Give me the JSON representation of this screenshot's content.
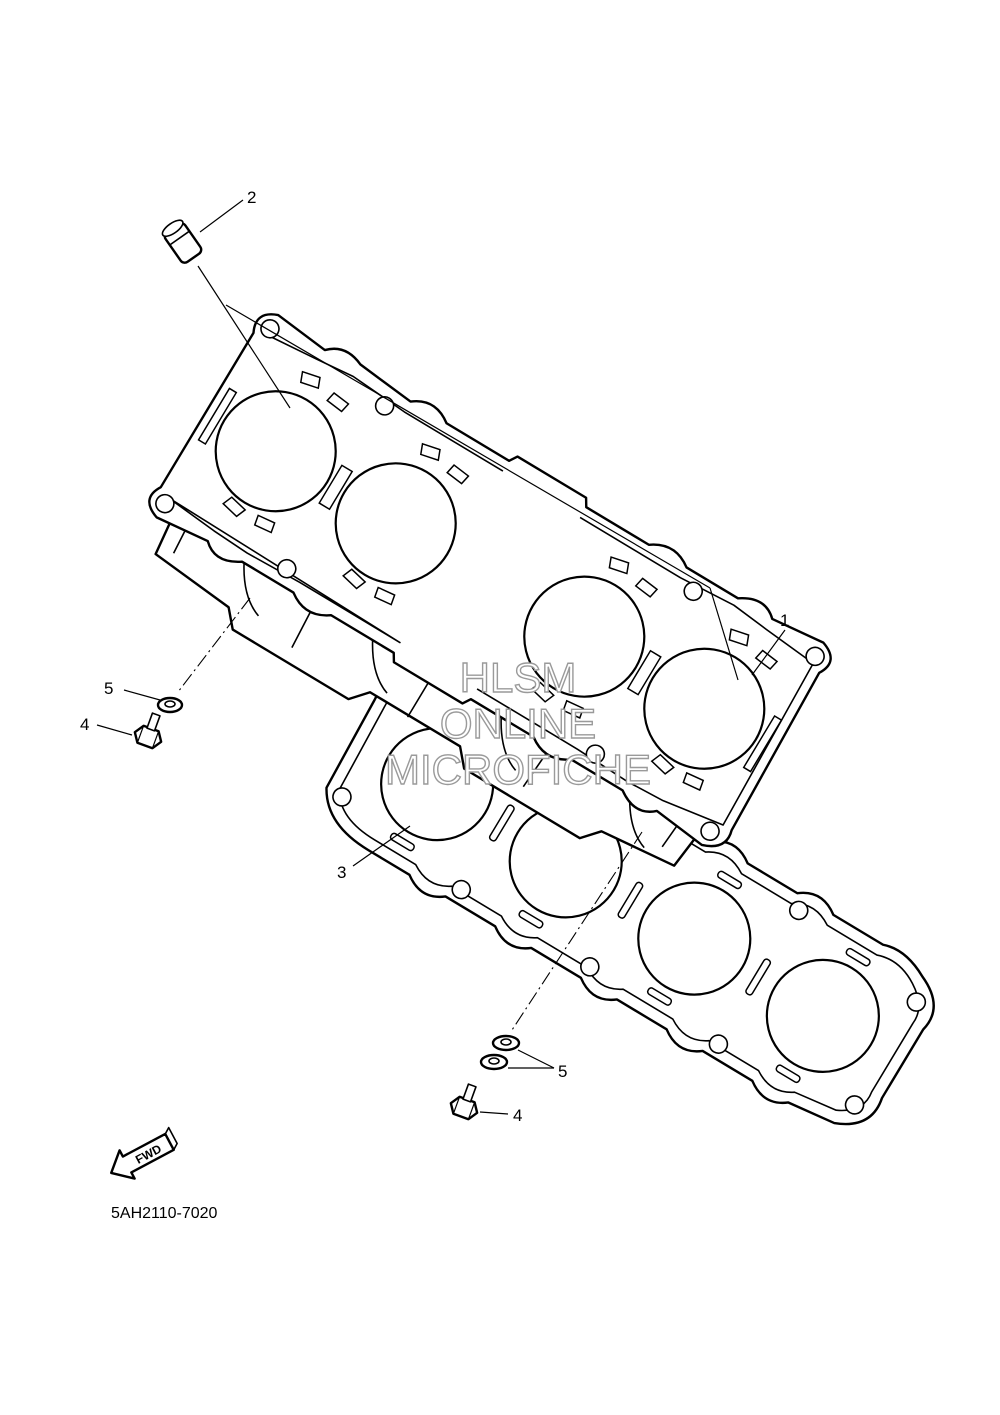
{
  "diagram": {
    "callouts": {
      "c1": "1",
      "c2": "2",
      "c3": "3",
      "c4a": "4",
      "c4b": "4",
      "c5a": "5",
      "c5b": "5"
    },
    "fwd_label": "FWD",
    "diagram_code": "5AH2110-7020",
    "watermark": [
      "HLSM",
      "ONLINE",
      "MICROFICHE"
    ]
  }
}
